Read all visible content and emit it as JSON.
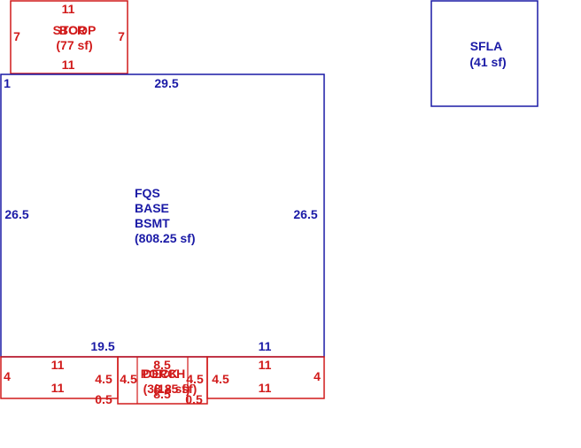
{
  "colors": {
    "living": "#1a1aa6",
    "other": "#d11a1a"
  },
  "sfla": {
    "name": "SFLA",
    "area": "(41 sf)"
  },
  "main_area": {
    "labels": [
      "FQS",
      "BASE",
      "BSMT"
    ],
    "area": "(808.25 sf)",
    "dims": {
      "top": "29.5",
      "left": "26.5",
      "right": "26.5",
      "bottom_left": "19.5",
      "bottom_right": "11",
      "corner": "1"
    }
  },
  "top_area": {
    "labels": [
      "STOOP",
      "BCR"
    ],
    "area": "(77 sf)",
    "dims": {
      "top": "11",
      "bottom": "11",
      "left": "7",
      "right": "7"
    }
  },
  "bottom_left_area": {
    "dims": {
      "top": "11",
      "bottom": "11",
      "left": "4",
      "right": "4.5",
      "offset": "0.5"
    }
  },
  "bottom_right_area": {
    "dims": {
      "top": "11",
      "bottom": "11",
      "right": "4",
      "left": "4.5",
      "offset": "0.5"
    }
  },
  "center_area": {
    "labels": [
      "PORCH",
      "DECK"
    ],
    "areas": [
      "(38.25 sf)",
      "(18 sf)"
    ],
    "dims": {
      "top": "8.5",
      "bottom": "8.5",
      "left": "4.5",
      "right": "4.5"
    }
  }
}
